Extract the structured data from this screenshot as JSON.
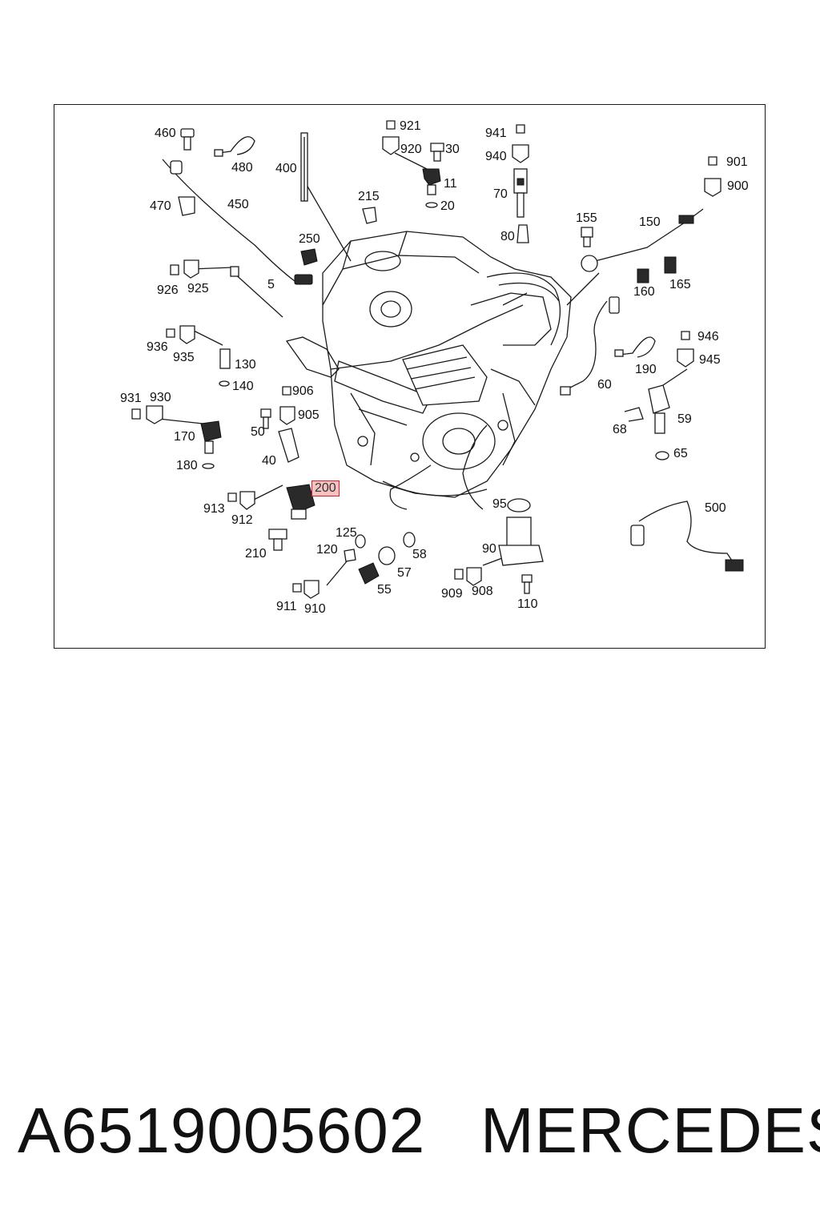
{
  "diagram": {
    "part_labels": [
      "460",
      "480",
      "400",
      "921",
      "920",
      "30",
      "11",
      "20",
      "941",
      "940",
      "70",
      "80",
      "901",
      "900",
      "470",
      "450",
      "215",
      "250",
      "155",
      "150",
      "160",
      "165",
      "926",
      "925",
      "5",
      "936",
      "935",
      "130",
      "140",
      "946",
      "945",
      "190",
      "60",
      "906",
      "905",
      "50",
      "40",
      "931",
      "930",
      "170",
      "180",
      "68",
      "59",
      "65",
      "200",
      "913",
      "912",
      "210",
      "125",
      "120",
      "58",
      "57",
      "55",
      "95",
      "90",
      "500",
      "911",
      "910",
      "909",
      "908",
      "110"
    ],
    "highlighted_part": "200"
  },
  "footer": {
    "part_number": "A6519005602",
    "brand": "MERCEDES"
  }
}
